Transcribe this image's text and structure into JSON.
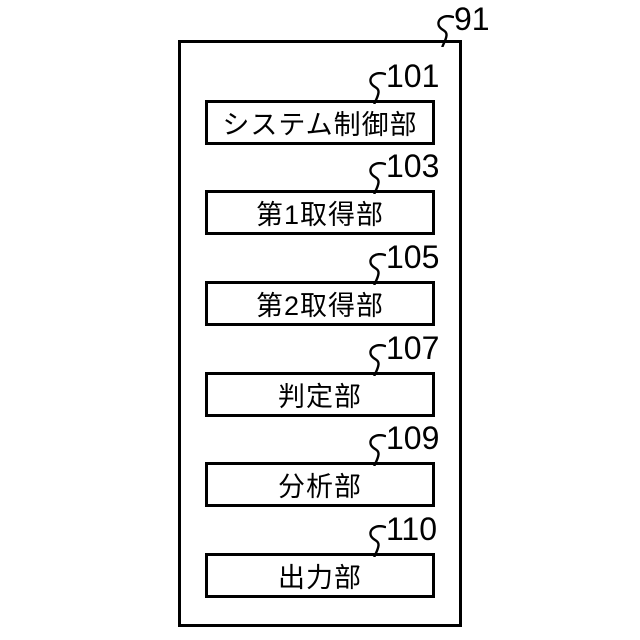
{
  "figure": {
    "outer": {
      "ref": "91"
    },
    "blocks": [
      {
        "ref": "101",
        "label": "システム制御部"
      },
      {
        "ref": "103",
        "label": "第1取得部"
      },
      {
        "ref": "105",
        "label": "第2取得部"
      },
      {
        "ref": "107",
        "label": "判定部"
      },
      {
        "ref": "109",
        "label": "分析部"
      },
      {
        "ref": "110",
        "label": "出力部"
      }
    ],
    "colors": {
      "line": "#000000",
      "text": "#000000",
      "background": "#ffffff"
    }
  }
}
